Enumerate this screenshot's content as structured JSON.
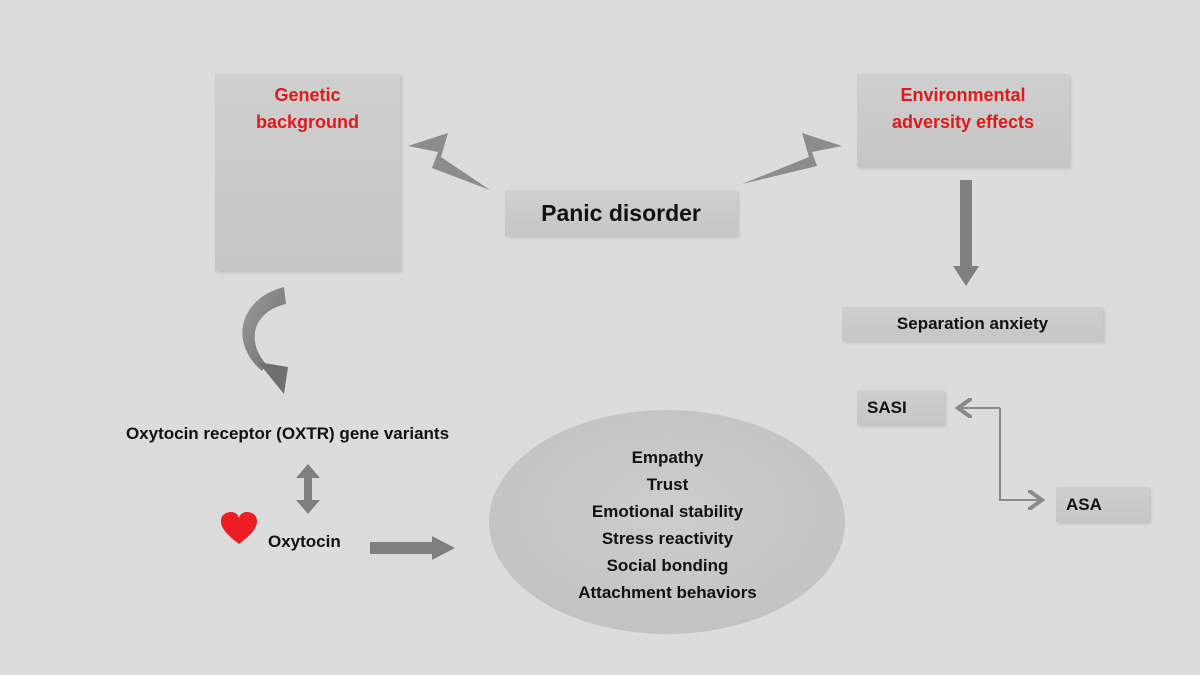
{
  "genetic": {
    "title_line1": "Genetic",
    "title_line2": "background"
  },
  "environmental": {
    "title_line1": "Environmental",
    "title_line2": "adversity effects"
  },
  "center": {
    "title": "Panic disorder"
  },
  "separation": {
    "label": "Separation anxiety"
  },
  "sasi": {
    "label": "SASI"
  },
  "asa": {
    "label": "ASA"
  },
  "oxtr": {
    "label": "Oxytocin receptor (OXTR) gene variants"
  },
  "oxytocin": {
    "label": "Oxytocin"
  },
  "effects": {
    "items": [
      "Empathy",
      "Trust",
      "Emotional stability",
      "Stress reactivity",
      "Social bonding",
      "Attachment behaviors"
    ]
  },
  "colors": {
    "accent_red": "#e0191b",
    "arrow_gray": "#7f7f7f",
    "box_gray": "#cbcbcb",
    "background": "#dcdcdc"
  },
  "icons": {
    "dna": "dna-helix-icon",
    "heart": "heart-icon"
  }
}
